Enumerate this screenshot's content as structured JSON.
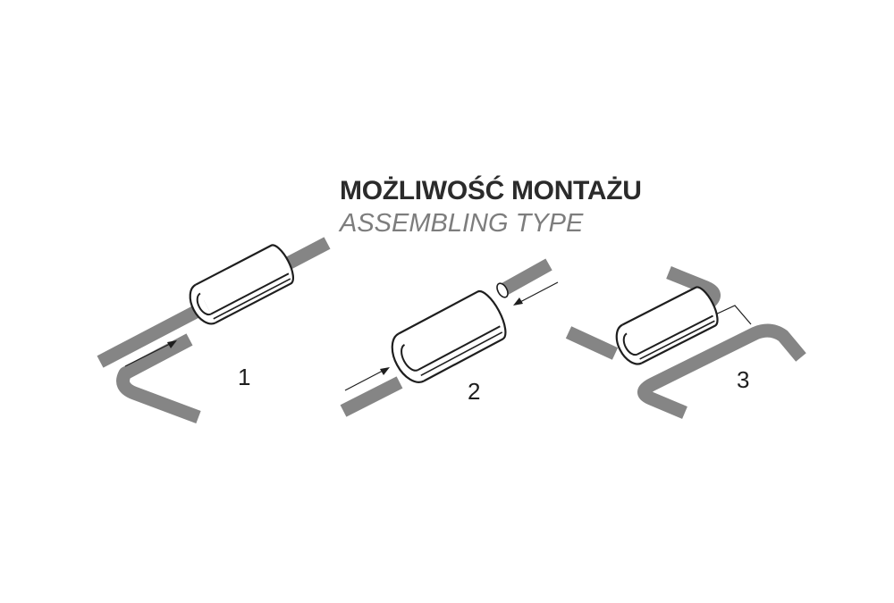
{
  "heading": {
    "title_pl": "MOŻLIWOŚĆ MONTAŻU",
    "title_en": "ASSEMBLING TYPE"
  },
  "steps": [
    {
      "label": "1"
    },
    {
      "label": "2"
    },
    {
      "label": "3"
    }
  ],
  "colors": {
    "rod": "#858585",
    "outline": "#1e1e1e",
    "title_pl": "#2b2b2b",
    "title_en": "#7d7d7d"
  }
}
